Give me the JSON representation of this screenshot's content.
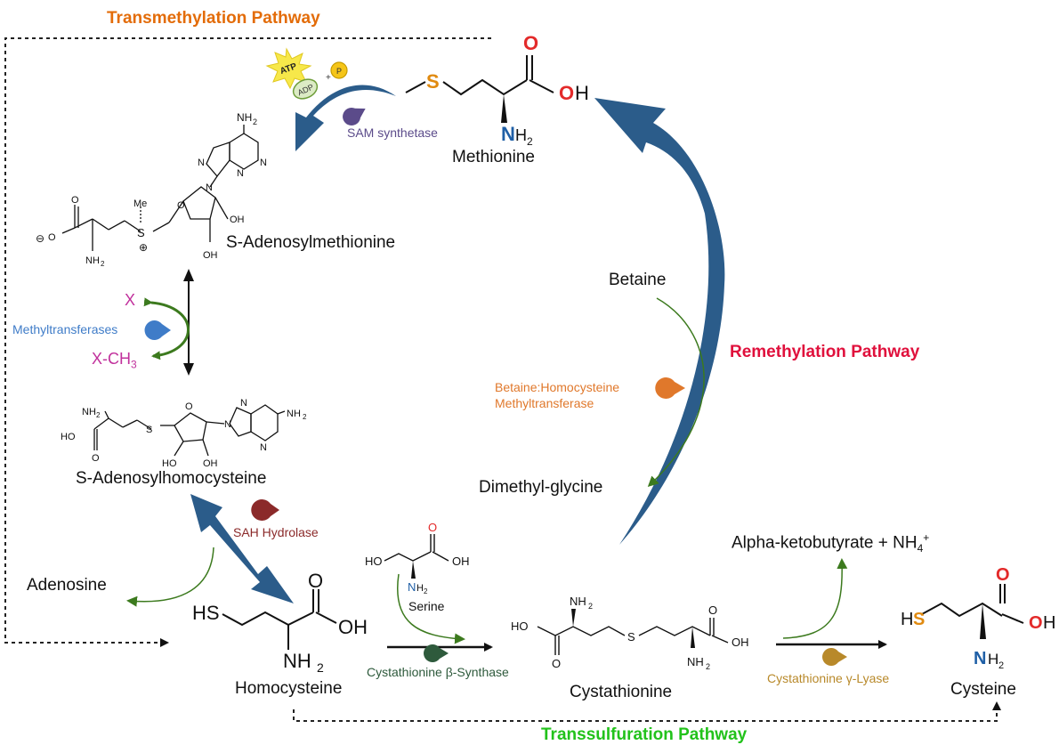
{
  "pathways": {
    "transmethylation": "Transmethylation Pathway",
    "remethylation": "Remethylation Pathway",
    "transsulfuration": "Transsulfuration Pathway"
  },
  "metabolites": {
    "methionine": "Methionine",
    "sam": "S-Adenosylmethionine",
    "sah": "S-Adenosylhomocysteine",
    "homocysteine": "Homocysteine",
    "cystathionine": "Cystathionine",
    "cysteine": "Cysteine",
    "betaine": "Betaine",
    "dimethylglycine": "Dimethyl-glycine",
    "adenosine": "Adenosine",
    "alpha_ketobutyrate": "Alpha-ketobutyrate + NH",
    "serine": "Serine",
    "x": "X",
    "x_ch3": "X-CH"
  },
  "enzymes": {
    "sam_synthetase": "SAM synthetase",
    "methyltransferases": "Methyltransferases",
    "sah_hydrolase": "SAH Hydrolase",
    "bhmt_line1": "Betaine:Homocysteine",
    "bhmt_line2": "Methyltransferase",
    "cbs": "Cystathionine β-Synthase",
    "cgl": "Cystathionine γ-Lyase"
  },
  "cofactors": {
    "atp": "ATP",
    "adp": "ADP",
    "plus": "+",
    "p": "P"
  },
  "atoms": {
    "S": "S",
    "O": "O",
    "OH": "OH",
    "N": "N",
    "H": "H",
    "NH2": "NH",
    "HO": "HO",
    "HS": "HS",
    "Me": "Me",
    "sub2": "2",
    "sub3": "3",
    "sub4": "4",
    "plus": "+",
    "minus": "⊖",
    "splus": "⊕",
    "Ominus": "O"
  },
  "colors": {
    "transmethylation": "#e36c09",
    "remethylation": "#e0103c",
    "transsulfuration": "#22c21b",
    "big_arrow": "#2b5c8a",
    "green_arrow": "#3c7a1e",
    "magenta": "#c1319c",
    "methyltransferase_blue": "#3f7cc8",
    "sam_synth_purple": "#5b4b8a",
    "sah_red": "#8b2a2a",
    "bhmt_orange": "#e0782b",
    "cbs_green": "#2e5a3c",
    "cgl_gold": "#b8892a",
    "oxygen": "#e32a2a",
    "nitrogen": "#1f5fa6",
    "sulfur": "#e08a10"
  }
}
